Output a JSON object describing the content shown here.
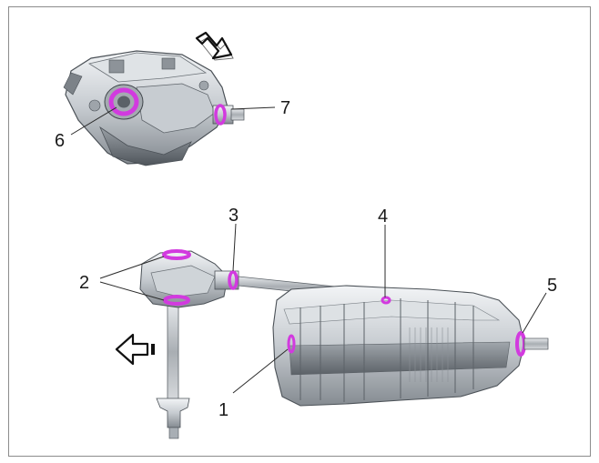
{
  "figure": {
    "callouts": [
      {
        "id": "1",
        "label": "1"
      },
      {
        "id": "2",
        "label": "2"
      },
      {
        "id": "3",
        "label": "3"
      },
      {
        "id": "4",
        "label": "4"
      },
      {
        "id": "5",
        "label": "5"
      },
      {
        "id": "6",
        "label": "6"
      },
      {
        "id": "7",
        "label": "7"
      }
    ],
    "colors": {
      "seal_highlight": "#d23adf",
      "line": "#2b2b2b",
      "housing_light": "#e9ecef",
      "housing_mid": "#b9bec4",
      "housing_dark": "#6c7278"
    },
    "arrows": [
      {
        "name": "direction-arrow-upper",
        "direction": "down-right"
      },
      {
        "name": "direction-arrow-lower",
        "direction": "left"
      }
    ]
  }
}
